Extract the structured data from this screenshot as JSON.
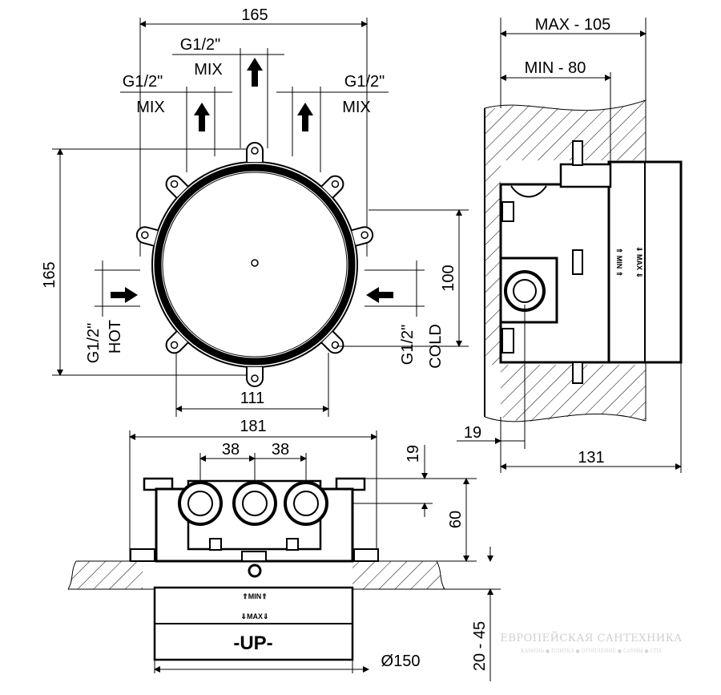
{
  "front_view": {
    "width_top": "165",
    "port_center_label": "G1/2\"",
    "port_center_sub": "MIX",
    "port_left_label": "G1/2\"",
    "port_left_sub": "MIX",
    "port_right_label": "G1/2\"",
    "port_right_sub": "MIX",
    "height_left": "165",
    "hot_label": "G1/2\"",
    "hot_sub": "HOT",
    "cold_label": "G1/2\"",
    "cold_sub": "COLD",
    "height_right": "100",
    "bottom_width": "111"
  },
  "side_view": {
    "max_depth": "MAX - 105",
    "min_depth": "MIN - 80",
    "offset": "19",
    "total_depth": "131",
    "min_mark": "⇑ MIN ⇑",
    "max_mark": "⇓ MAX ⇓"
  },
  "top_view": {
    "overall_width": "181",
    "spacing_left": "38",
    "spacing_right": "38",
    "top_offset": "19",
    "height": "60",
    "wall_range": "20 - 45",
    "diameter": "Ø150",
    "up_label": "-UP-",
    "min_mark": "⇑MIN⇑",
    "max_mark": "⇓MAX⇓"
  },
  "watermark": {
    "title": "ЕВРОПЕЙСКАЯ САНТЕХНИКА",
    "subtitle": "КАМЕНЬ ● ПЛИТКА ● ОТОПЛЕНИЕ ● САУНЫ ● СПА"
  }
}
